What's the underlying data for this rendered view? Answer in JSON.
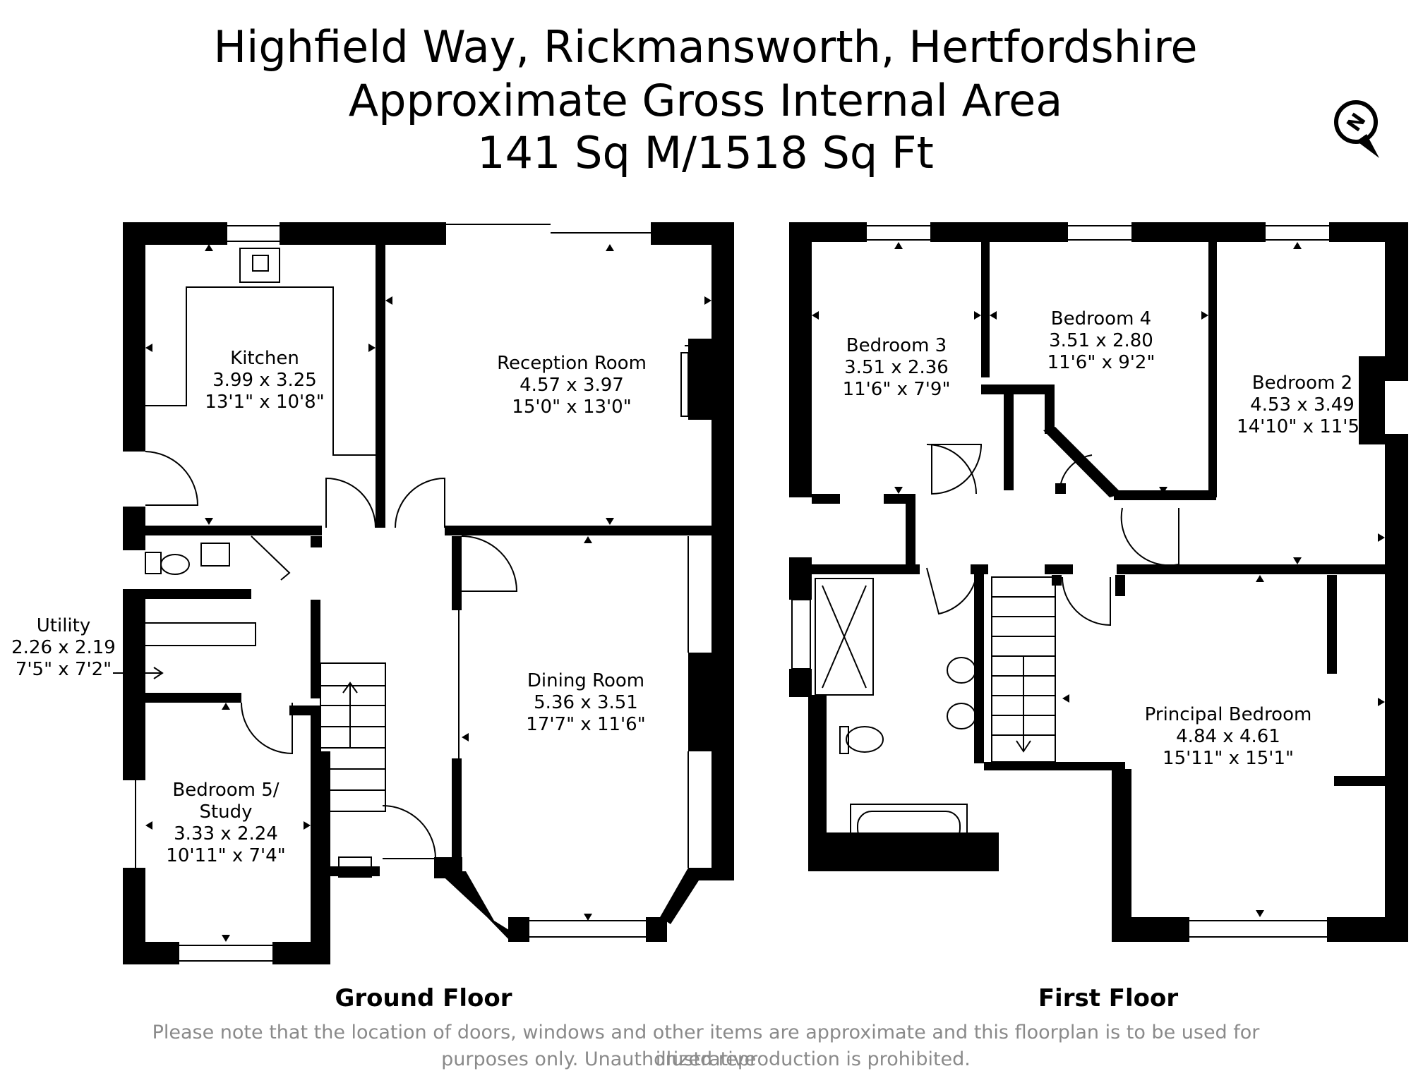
{
  "header": {
    "line1": "Highfield Way, Rickmansworth, Hertfordshire",
    "line2": "Approximate Gross Internal Area",
    "line3": "141 Sq M/1518 Sq Ft"
  },
  "compass": {
    "letter": "N",
    "icon": "north-arrow-icon"
  },
  "floors": {
    "ground": "Ground Floor",
    "first": "First Floor"
  },
  "rooms": {
    "kitchen": {
      "name": "Kitchen",
      "metric": "3.99 x 3.25",
      "imperial": "13'1\" x 10'8\""
    },
    "reception": {
      "name": "Reception Room",
      "metric": "4.57 x 3.97",
      "imperial": "15'0\" x 13'0\""
    },
    "utility": {
      "name": "Utility",
      "metric": "2.26 x 2.19",
      "imperial": "7'5\" x 7'2\""
    },
    "dining": {
      "name": "Dining Room",
      "metric": "5.36 x 3.51",
      "imperial": "17'7\" x 11'6\""
    },
    "bedroom5": {
      "name1": "Bedroom 5/",
      "name2": "Study",
      "metric": "3.33 x 2.24",
      "imperial": "10'11\" x 7'4\""
    },
    "bedroom3": {
      "name": "Bedroom 3",
      "metric": "3.51 x 2.36",
      "imperial": "11'6\" x 7'9\""
    },
    "bedroom4": {
      "name": "Bedroom 4",
      "metric": "3.51 x 2.80",
      "imperial": "11'6\" x 9'2\""
    },
    "bedroom2": {
      "name": "Bedroom 2",
      "metric": "4.53 x 3.49",
      "imperial": "14'10\" x 11'5\""
    },
    "principal": {
      "name": "Principal Bedroom",
      "metric": "4.84 x 4.61",
      "imperial": "15'11\" x 15'1\""
    }
  },
  "disclaimer": {
    "line1": "Please note that the location of doors, windows and other items are approximate and this floorplan is to be used for illustrative",
    "line2": "purposes only. Unauthorized reproduction is prohibited."
  },
  "colors": {
    "wall": "#000000",
    "text": "#000000",
    "note": "#8a8a8a",
    "background": "#ffffff"
  }
}
